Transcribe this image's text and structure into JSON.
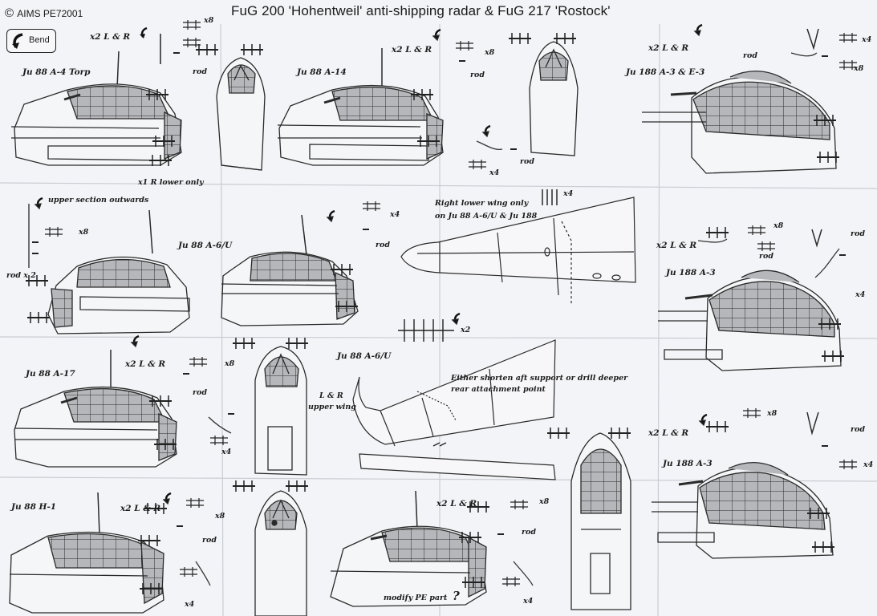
{
  "header": {
    "copyright_symbol": "©",
    "code": "AIMS PE72001",
    "title": "FuG 200 'Hohentweil' anti-shipping radar & FuG 217 'Rostock'",
    "bend": "Bend"
  },
  "labels": {
    "ju88_a4_torp": "Ju 88 A-4 Torp",
    "ju88_a14": "Ju 88 A-14",
    "ju188_a3_e3": "Ju 188 A-3 & E-3",
    "ju88_a6u_1": "Ju 88 A-6/U",
    "ju188_a3_1": "Ju 188 A-3",
    "ju88_a17": "Ju 88 A-17",
    "ju88_a6u_2": "Ju 88 A-6/U",
    "ju188_a3_2": "Ju 188 A-3",
    "ju88_h1": "Ju 88 H-1",
    "x1_r_lower": "x1 R lower only",
    "upper_section": "upper section outwards",
    "rod_x2": "rod x 2",
    "right_lower_wing_1": "Right lower wing only",
    "right_lower_wing_2": "on Ju 88 A-6/U & Ju 188",
    "shorten_1": "Either shorten aft support or drill deeper",
    "shorten_2": "rear attachment point",
    "lr": "L & R",
    "upper_wing": "upper wing",
    "modify": "modify PE part",
    "question": "?",
    "x2lr": "x2 L & R",
    "x2lr_b": "x2 L & R",
    "x2lr_c": "x2 L & R",
    "x2lr_d": "x2 L & R",
    "x2lr_e": "x2 L & R",
    "x2lr_f": "x2 L & R",
    "x2lr_g": "x2 L & R",
    "x2lr_h": "x2 L & R",
    "rod": "rod",
    "x2": "x2",
    "x4": "x4",
    "x8": "x8"
  },
  "colors": {
    "line": "#2a2a2a",
    "glass": "#b5b7bb",
    "paper": "#f3f4f7"
  }
}
